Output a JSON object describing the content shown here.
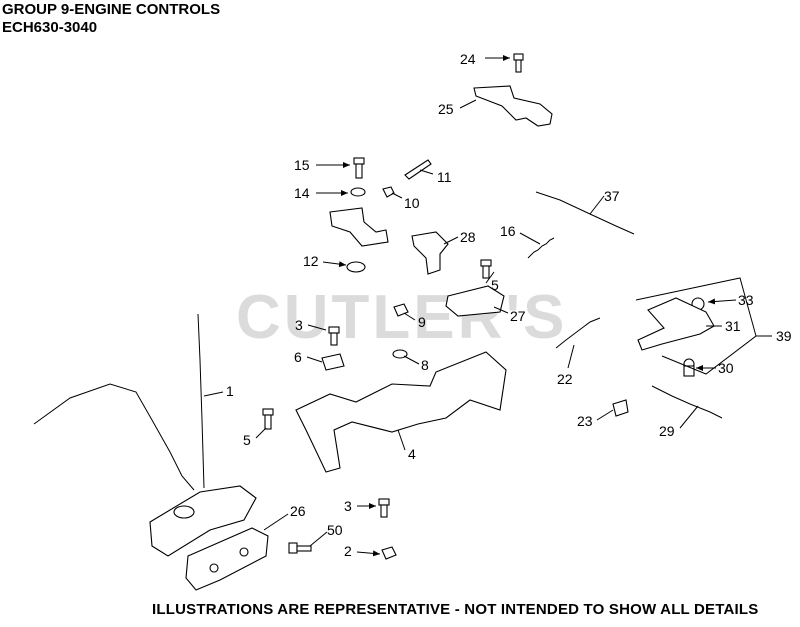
{
  "header": {
    "title": "GROUP 9-ENGINE CONTROLS",
    "model": "ECH630-3040"
  },
  "watermark": "CUTLER'S",
  "footer": "ILLUSTRATIONS ARE REPRESENTATIVE - NOT INTENDED TO SHOW ALL DETAILS",
  "callouts": [
    "24",
    "25",
    "15",
    "11",
    "14",
    "10",
    "37",
    "28",
    "16",
    "12",
    "5",
    "33",
    "3",
    "9",
    "27",
    "31",
    "39",
    "6",
    "8",
    "30",
    "22",
    "1",
    "23",
    "5",
    "29",
    "4",
    "26",
    "3",
    "50",
    "2"
  ]
}
